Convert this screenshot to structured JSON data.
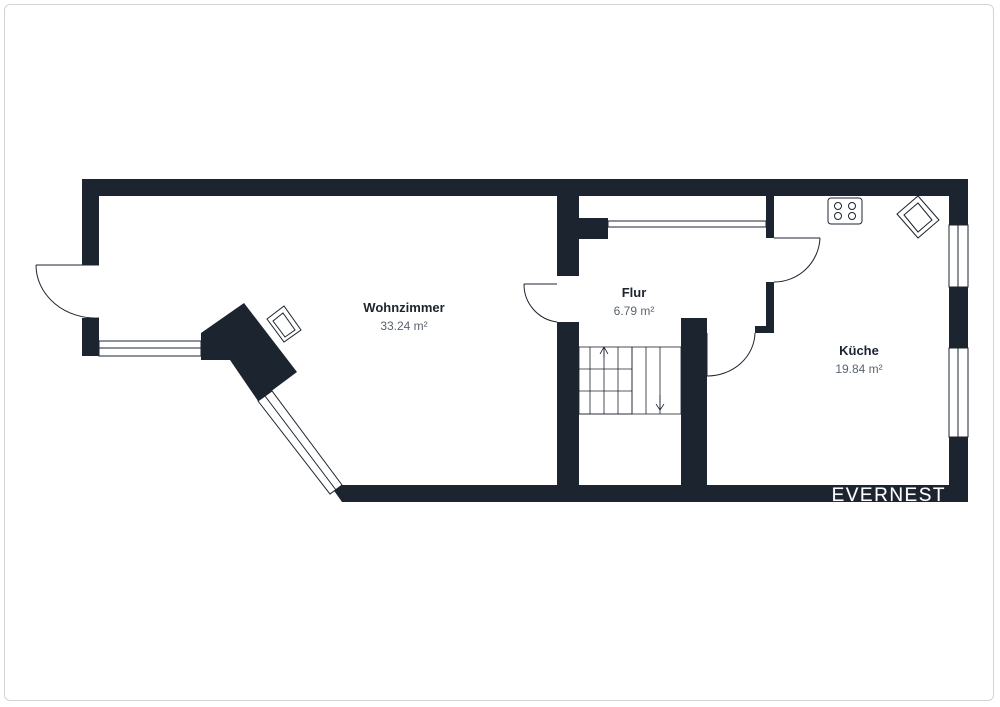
{
  "floorplan": {
    "rooms": [
      {
        "name": "Wohnzimmer",
        "area": "33.24 m²"
      },
      {
        "name": "Flur",
        "area": "6.79 m²"
      },
      {
        "name": "Küche",
        "area": "19.84 m²"
      }
    ],
    "brand": "EVERNEST"
  },
  "colors": {
    "wall": "#1c2430",
    "line": "#1c2430",
    "background": "#ffffff",
    "frame": "#d4d4d4"
  }
}
